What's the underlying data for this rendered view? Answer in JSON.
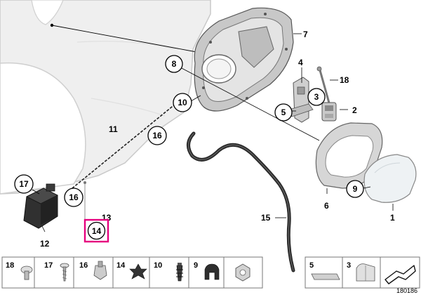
{
  "diagram": {
    "reference_number": "180186",
    "colors": {
      "highlight": "#e6007e",
      "body_panel": "#eeeeee",
      "line": "#000000",
      "part_fill": "#d8d8d8",
      "dark_part": "#2e2e2e"
    },
    "callouts": [
      {
        "id": "c7",
        "text": "7"
      },
      {
        "id": "c8",
        "text": "8"
      },
      {
        "id": "c4",
        "text": "4"
      },
      {
        "id": "c18",
        "text": "18"
      },
      {
        "id": "c3",
        "text": "3"
      },
      {
        "id": "c10",
        "text": "10"
      },
      {
        "id": "c5",
        "text": "5"
      },
      {
        "id": "c2",
        "text": "2"
      },
      {
        "id": "c11",
        "text": "11"
      },
      {
        "id": "c16a",
        "text": "16"
      },
      {
        "id": "c17",
        "text": "17"
      },
      {
        "id": "c16b",
        "text": "16"
      },
      {
        "id": "c13",
        "text": "13"
      },
      {
        "id": "c14",
        "text": "14"
      },
      {
        "id": "c12",
        "text": "12"
      },
      {
        "id": "c15",
        "text": "15"
      },
      {
        "id": "c9",
        "text": "9"
      },
      {
        "id": "c6",
        "text": "6"
      },
      {
        "id": "c1",
        "text": "1"
      }
    ],
    "thumbnails": [
      {
        "label": "18",
        "icon": "push-rivet-icon"
      },
      {
        "label": "17",
        "icon": "screw-icon"
      },
      {
        "label": "16",
        "icon": "clip-icon"
      },
      {
        "label": "14",
        "icon": "star-grommet-icon"
      },
      {
        "label": "10",
        "icon": "expanding-rivet-icon"
      },
      {
        "label": "9",
        "icon": "rubber-buffer-icon"
      },
      {
        "label": "",
        "icon": "hex-nut-icon"
      },
      {
        "label": "5",
        "icon": "shim-plate-icon"
      },
      {
        "label": "3",
        "icon": "bent-plate-icon"
      },
      {
        "label": "",
        "icon": "assembly-arrow-icon"
      }
    ]
  }
}
